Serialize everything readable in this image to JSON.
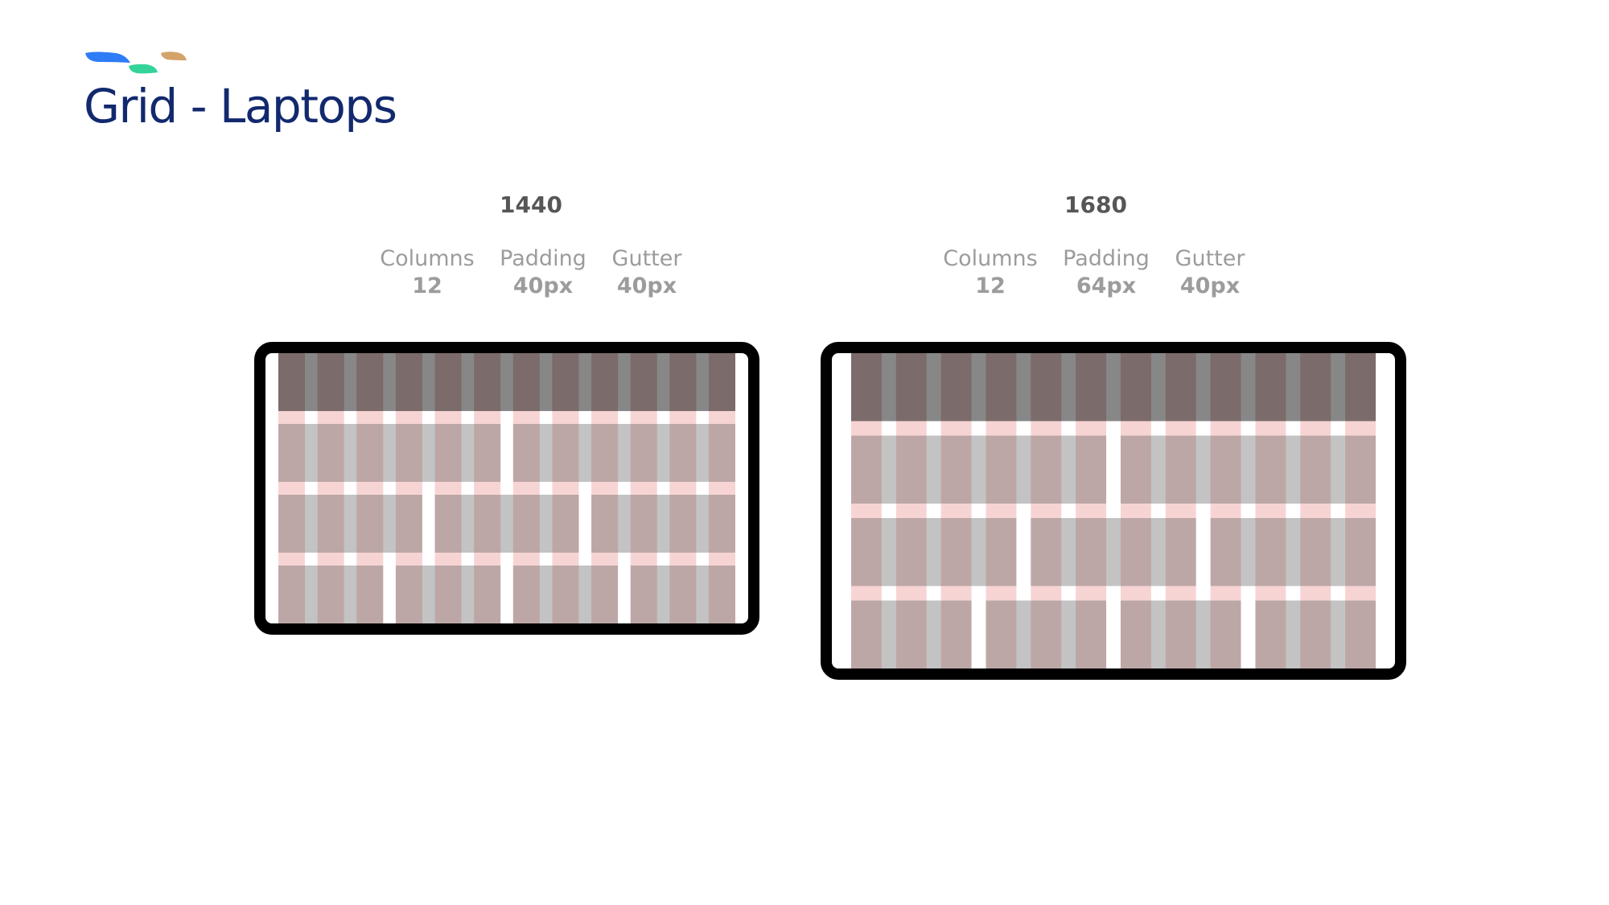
{
  "page": {
    "title": "Grid - Laptops"
  },
  "logo": {
    "colors": [
      "#2f7cf6",
      "#34d399",
      "#d4a36a"
    ]
  },
  "variants": [
    {
      "width_label": "1440",
      "specs": [
        {
          "label": "Columns",
          "value": "12"
        },
        {
          "label": "Padding",
          "value": "40px"
        },
        {
          "label": "Gutter",
          "value": "40px"
        }
      ],
      "rows": [
        [
          12
        ],
        [
          6,
          6
        ],
        [
          4,
          4,
          4
        ],
        [
          3,
          3,
          3,
          3
        ]
      ]
    },
    {
      "width_label": "1680",
      "specs": [
        {
          "label": "Columns",
          "value": "12"
        },
        {
          "label": "Padding",
          "value": "64px"
        },
        {
          "label": "Gutter",
          "value": "40px"
        }
      ],
      "rows": [
        [
          12
        ],
        [
          6,
          6
        ],
        [
          4,
          4,
          4
        ],
        [
          3,
          3,
          3,
          3
        ]
      ]
    }
  ],
  "colors": {
    "header_block": "#7b6b6a",
    "header_gutter": "#878787",
    "body_block": "#bda7a6",
    "body_gutter": "#c3c3c3",
    "row_gap": "#f7d4d4",
    "row_gap_gutter": "#ffffff"
  }
}
